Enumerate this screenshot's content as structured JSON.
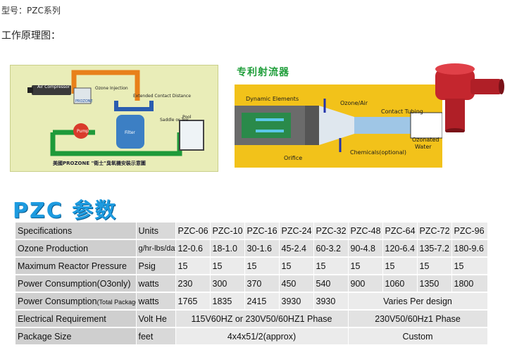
{
  "model_line": "型号：PZC系列",
  "principle_heading": "工作原理图：",
  "diagram": {
    "labels": {
      "air_compressor": "Air Compressor",
      "ozone_injection": "Ozone Injection",
      "extended_contact": "Extended Contact Distance",
      "pump": "Pump",
      "filter": "Filter",
      "saddle": "Saddle or Tee",
      "pool": "Pool",
      "brand": "PROZONE"
    },
    "caption": "美國PROZONE \"衛士\"臭氧機安裝示意圖"
  },
  "ejector": {
    "title": "专利射流器",
    "labels": {
      "dynamic": "Dynamic Elements",
      "ozone_air": "Ozone/Air",
      "contact_tubing": "Contact Tubing",
      "ozonated": "Ozonated",
      "water": "Water",
      "orifice": "Orifice",
      "chemicals": "Chemicals(optional)"
    }
  },
  "params_title": "PZC 参数",
  "spec_table": {
    "header": {
      "label": "Specifications",
      "unit": "Units",
      "models": [
        "PZC-06",
        "PZC-10",
        "PZC-16",
        "PZC-24",
        "PZC-32",
        "PZC-48",
        "PZC-64",
        "PZC-72",
        "PZC-96"
      ]
    },
    "ozone": {
      "label": "Ozone Production",
      "unit": "g/hr-lbs/day",
      "values": [
        "12-0.6",
        "18-1.0",
        "30-1.6",
        "45-2.4",
        "60-3.2",
        "90-4.8",
        "120-6.4",
        "135-7.2",
        "180-9.6"
      ]
    },
    "pressure": {
      "label": "Maximum Reactor Pressure",
      "unit": "Psig",
      "values": [
        "15",
        "15",
        "15",
        "15",
        "15",
        "15",
        "15",
        "15",
        "15"
      ]
    },
    "power_o3": {
      "label": "Power Consumption(O3only)",
      "unit": "watts",
      "values": [
        "230",
        "300",
        "370",
        "450",
        "540",
        "900",
        "1060",
        "1350",
        "1800"
      ]
    },
    "power_total": {
      "label_main": "Power Consumption",
      "label_small": "(Total Package cost)",
      "unit": "watts",
      "values": [
        "1765",
        "1835",
        "2415",
        "3930",
        "3930"
      ],
      "varies": "Varies Per design"
    },
    "electrical": {
      "label": "Electrical Requirement",
      "unit": "Volt He",
      "left": "115V60HZ or 230V50/60HZ1 Phase",
      "right": "230V50/60Hz1 Phase"
    },
    "package": {
      "label": "Package Size",
      "unit": "feet",
      "left": "4x4x51/2(approx)",
      "right": "Custom"
    }
  }
}
